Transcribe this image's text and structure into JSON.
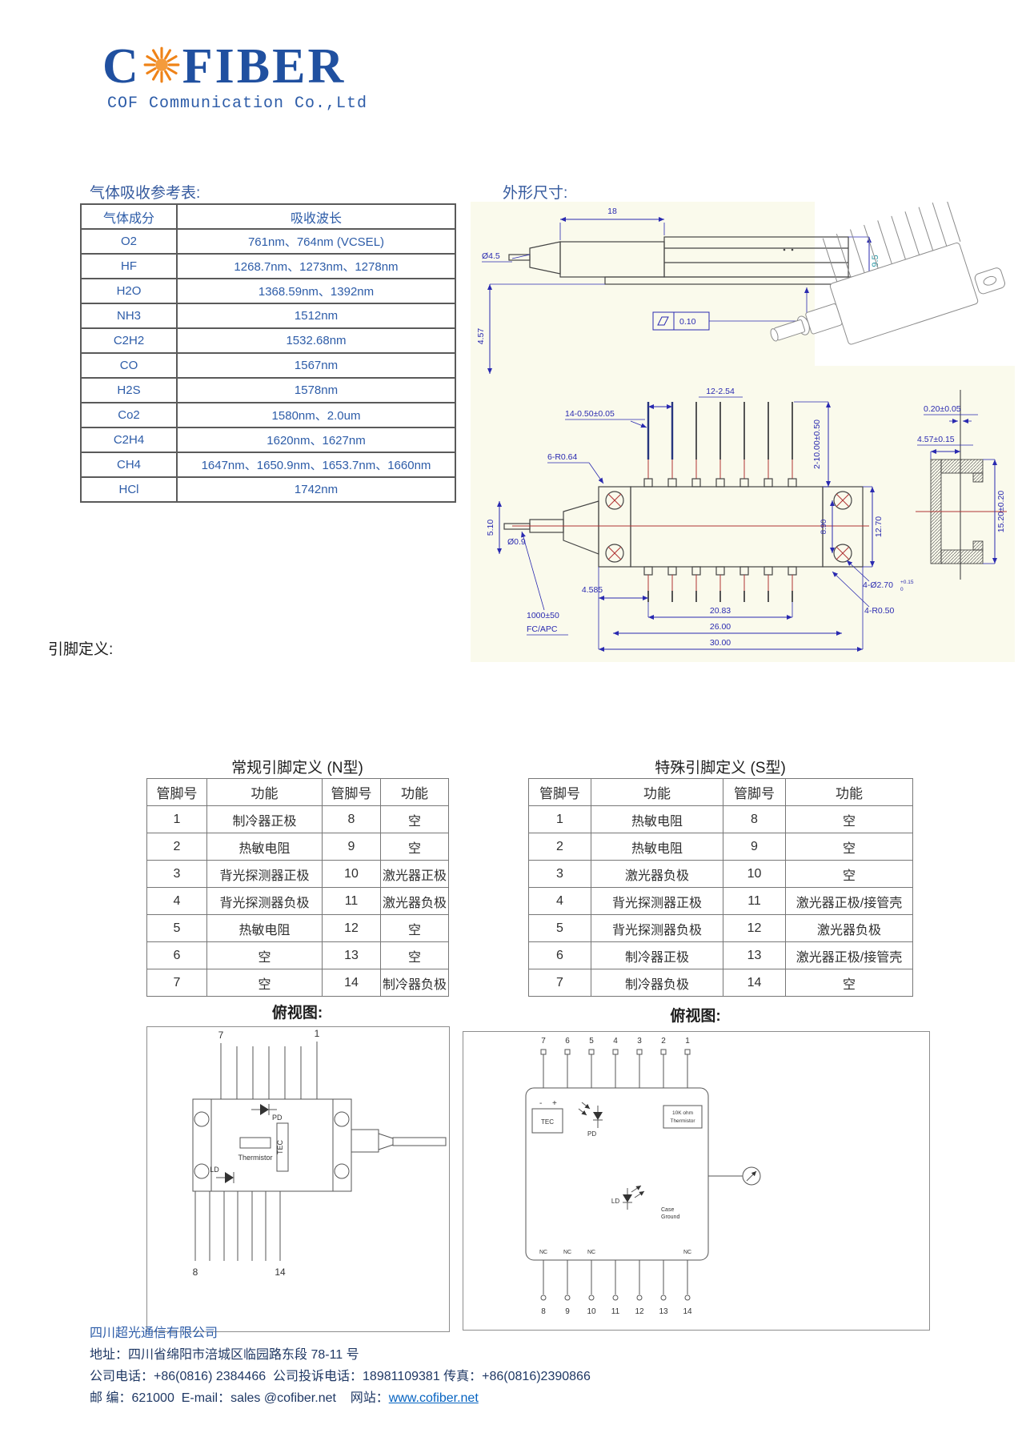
{
  "logo": {
    "c": "C",
    "fiber": "FIBER",
    "subtitle": "COF Communication Co.,Ltd"
  },
  "gas": {
    "title": "气体吸收参考表:",
    "headers": [
      "气体成分",
      "吸收波长"
    ],
    "rows": [
      [
        "O2",
        "761nm、764nm (VCSEL)"
      ],
      [
        "HF",
        "1268.7nm、1273nm、1278nm"
      ],
      [
        "H2O",
        "1368.59nm、1392nm"
      ],
      [
        "NH3",
        "1512nm"
      ],
      [
        "C2H2",
        "1532.68nm"
      ],
      [
        "CO",
        "1567nm"
      ],
      [
        "H2S",
        "1578nm"
      ],
      [
        "Co2",
        "1580nm、2.0um"
      ],
      [
        "C2H4",
        "1620nm、1627nm"
      ],
      [
        "CH4",
        "1647nm、1650.9nm、1653.7nm、1660nm"
      ],
      [
        "HCl",
        "1742nm"
      ]
    ]
  },
  "outline": {
    "title": "外形尺寸:",
    "dims": {
      "d18": "18",
      "d45": "Ø4.5",
      "d457": "4.57",
      "d95": "9.5",
      "flat": "0.10",
      "p254": "12-2.54",
      "p050": "14-0.50±0.05",
      "r064": "6-R0.64",
      "p1000": "2-10.00±0.50",
      "d510": "5.10",
      "d09": "Ø0.9",
      "d4585": "4.585",
      "fiber1": "1000±50",
      "fiber2": "FC/APC",
      "d890": "8.90",
      "d1270": "12.70",
      "hole": "4-Ø2.70",
      "hole_top": "+0.15",
      "hole_bot": "0",
      "r050": "4-R0.50",
      "w2083": "20.83",
      "w2600": "26.00",
      "w3000": "30.00",
      "s020": "0.20±0.05",
      "s457": "4.57±0.15",
      "s1520": "15.20±0.20"
    }
  },
  "pins": {
    "title": "引脚定义:",
    "topview": "俯视图:",
    "n": {
      "title": "常规引脚定义 (N型)",
      "headers": [
        "管脚号",
        "功能",
        "管脚号",
        "功能"
      ],
      "rows": [
        [
          "1",
          "制冷器正极",
          "8",
          "空"
        ],
        [
          "2",
          "热敏电阻",
          "9",
          "空"
        ],
        [
          "3",
          "背光探测器正极",
          "10",
          "激光器正极"
        ],
        [
          "4",
          "背光探测器负极",
          "11",
          "激光器负极"
        ],
        [
          "5",
          "热敏电阻",
          "12",
          "空"
        ],
        [
          "6",
          "空",
          "13",
          "空"
        ],
        [
          "7",
          "空",
          "14",
          "制冷器负极"
        ]
      ]
    },
    "s": {
      "title": "特殊引脚定义 (S型)",
      "headers": [
        "管脚号",
        "功能",
        "管脚号",
        "功能"
      ],
      "rows": [
        [
          "1",
          "热敏电阻",
          "8",
          "空"
        ],
        [
          "2",
          "热敏电阻",
          "9",
          "空"
        ],
        [
          "3",
          "激光器负极",
          "10",
          "空"
        ],
        [
          "4",
          "背光探测器正极",
          "11",
          "激光器正极/接管壳"
        ],
        [
          "5",
          "背光探测器负极",
          "12",
          "激光器负极"
        ],
        [
          "6",
          "制冷器正极",
          "13",
          "激光器正极/接管壳"
        ],
        [
          "7",
          "制冷器负极",
          "14",
          "空"
        ]
      ]
    }
  },
  "left_sch": {
    "p7": "7",
    "p1": "1",
    "p8": "8",
    "p14": "14",
    "pd": "PD",
    "thermistor": "Thermistor",
    "tec": "TEC",
    "ld": "LD"
  },
  "right_sch": {
    "top_pins": [
      "7",
      "6",
      "5",
      "4",
      "3",
      "2",
      "1"
    ],
    "bottom_pins": [
      "8",
      "9",
      "10",
      "11",
      "12",
      "13",
      "14"
    ],
    "minus": "-",
    "plus": "+",
    "tec": "TEC",
    "pd": "PD",
    "thermistor1": "10K ohm",
    "thermistor2": "Thermistor",
    "ld": "LD",
    "case1": "Case",
    "case2": "Ground",
    "nc": "NC"
  },
  "footer": {
    "company": "四川超光通信有限公司",
    "address": "地址：四川省绵阳市涪城区临园路东段 78-11 号",
    "phones": "公司电话：+86(0816) 2384466  公司投诉电话：18981109381 传真：+86(0816)2390866",
    "line4_prefix": "邮 编：621000  E-mail：sales @cofiber.net    网站：",
    "website": "www.cofiber.net"
  },
  "colors": {
    "logo_blue": "#2050a0",
    "logo_orange": "#ef8318",
    "table_blue": "#2d5ca8",
    "dim_blue": "#2a2ab0",
    "dim_teal": "#2e9aa6",
    "centerline_red": "#b03434",
    "panel_bg": "#fafaec",
    "link_blue": "#0563c1"
  }
}
